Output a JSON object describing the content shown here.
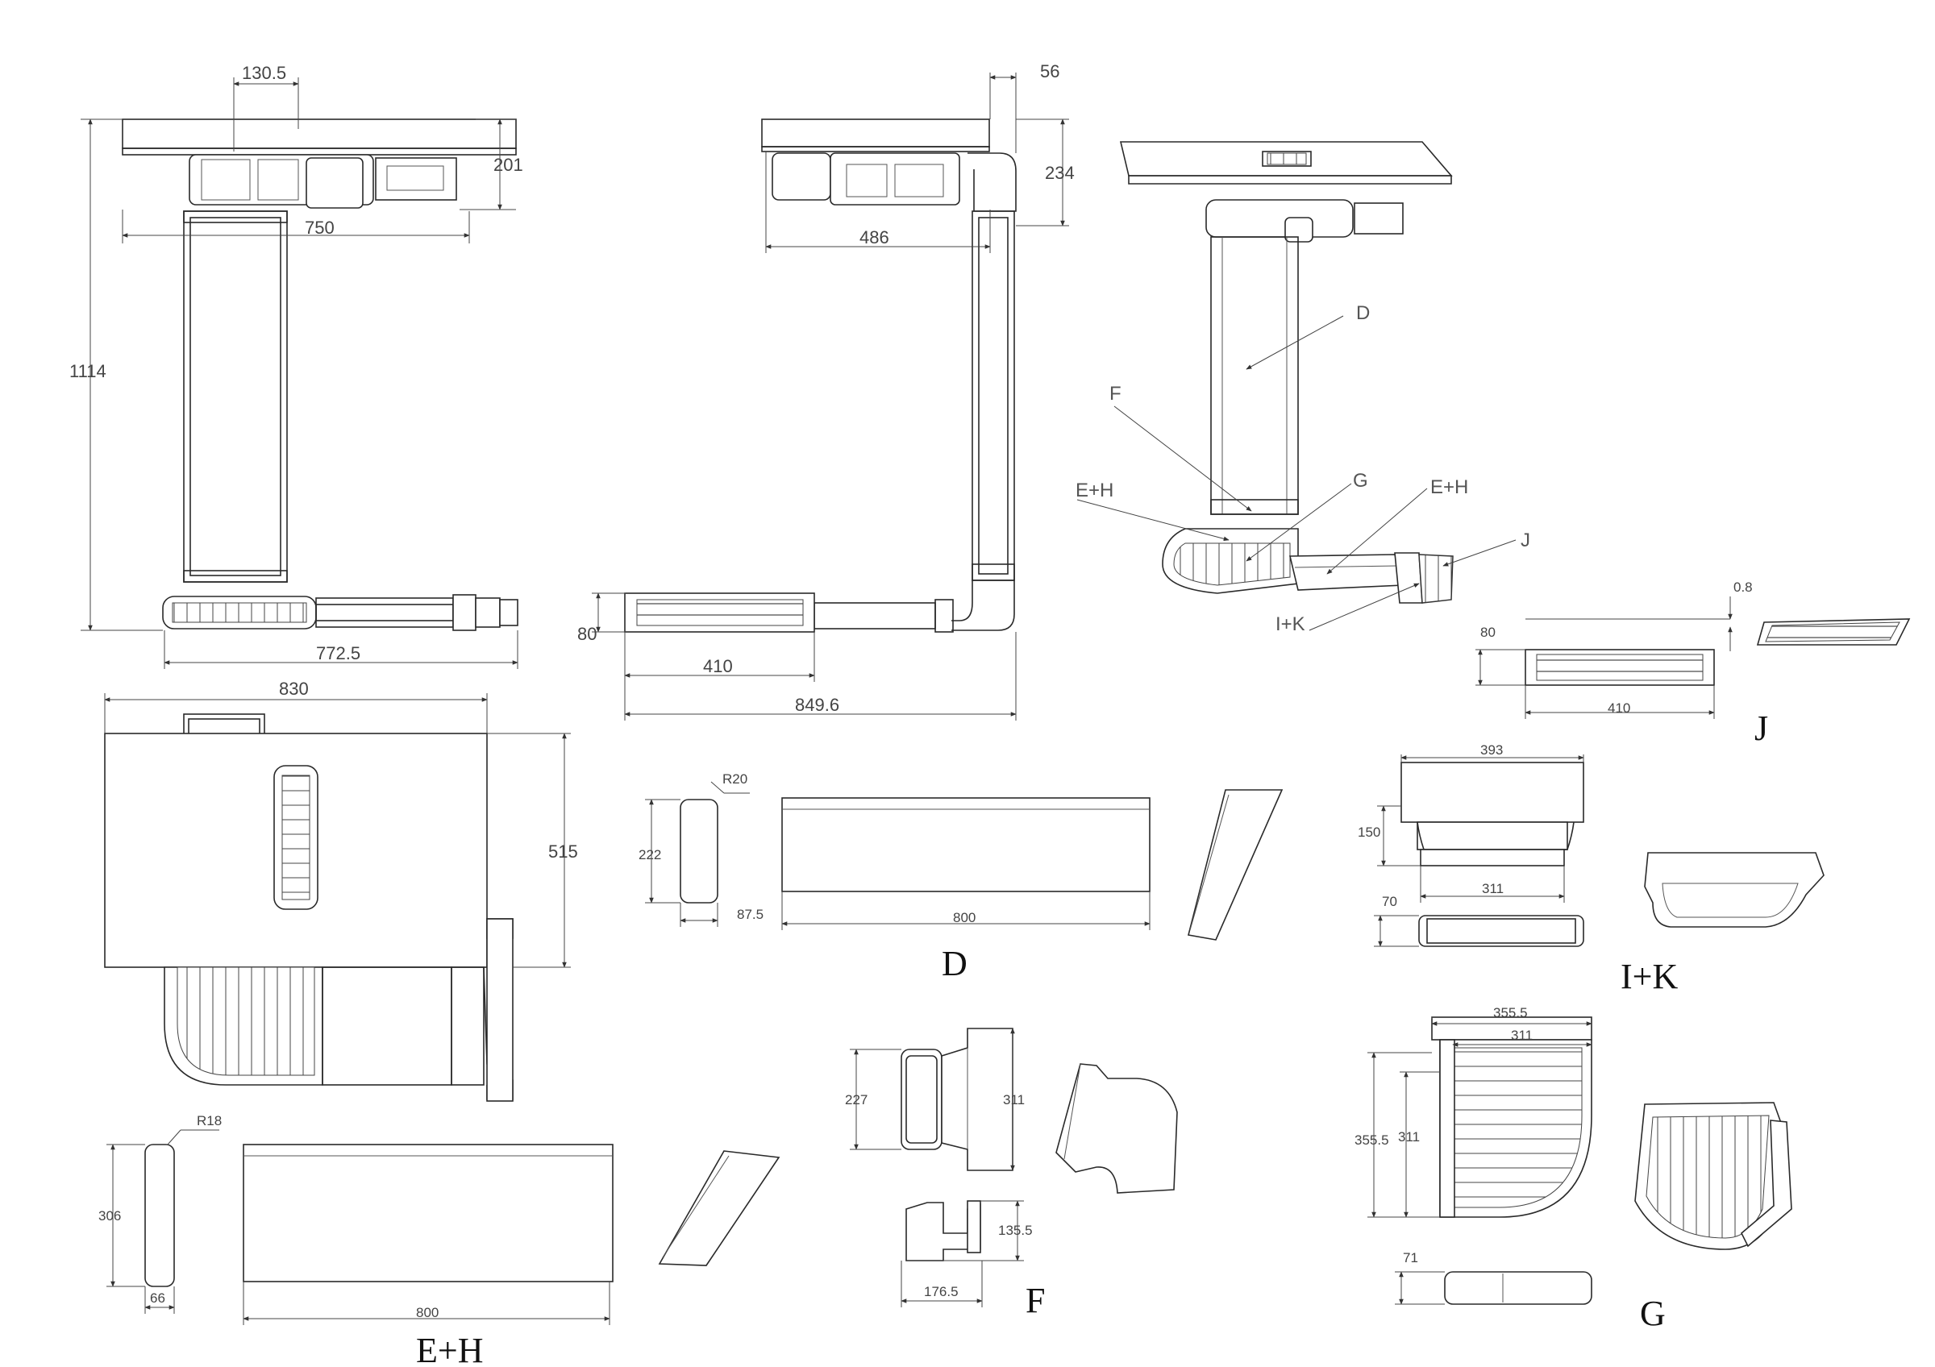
{
  "front_view": {
    "d_130_5": "130.5",
    "d_201": "201",
    "d_750": "750",
    "d_1114": "1114",
    "d_772_5": "772.5"
  },
  "side_view": {
    "d_56": "56",
    "d_234": "234",
    "d_486": "486",
    "d_80": "80",
    "d_410": "410",
    "d_849_6": "849.6"
  },
  "iso_view": {
    "callouts": {
      "D": "D",
      "F": "F",
      "EH1": "E+H",
      "G": "G",
      "EH2": "E+H",
      "J": "J",
      "IK": "I+K"
    }
  },
  "part_J": {
    "label": "J",
    "d_0_8": "0.8",
    "d_80": "80",
    "d_410": "410"
  },
  "plan_view": {
    "d_830": "830",
    "d_515": "515"
  },
  "part_D": {
    "label": "D",
    "d_R20": "R20",
    "d_222": "222",
    "d_87_5": "87.5",
    "d_800": "800"
  },
  "part_IK": {
    "label": "I+K",
    "d_393": "393",
    "d_150": "150",
    "d_311": "311",
    "d_70": "70"
  },
  "part_EH": {
    "label": "E+H",
    "d_R18": "R18",
    "d_306": "306",
    "d_66": "66",
    "d_800": "800"
  },
  "part_F": {
    "label": "F",
    "d_227": "227",
    "d_311": "311",
    "d_135_5": "135.5",
    "d_176_5": "176.5"
  },
  "part_G": {
    "label": "G",
    "d_355_5_top": "355.5",
    "d_311_top": "311",
    "d_355_5_side": "355.5",
    "d_311_side": "311",
    "d_71": "71"
  }
}
